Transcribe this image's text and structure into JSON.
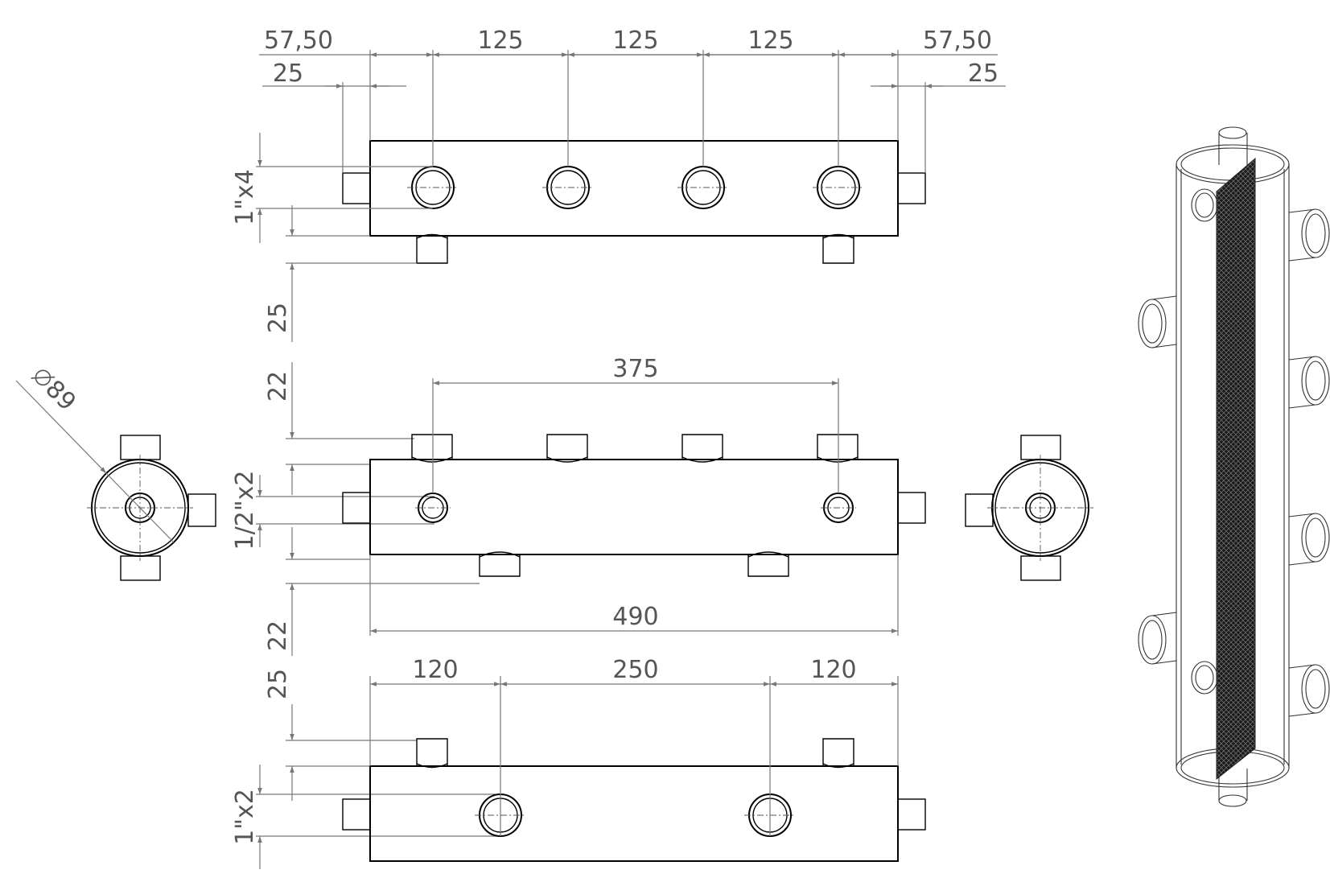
{
  "dimensions": {
    "top_overall": [
      "57,50",
      "125",
      "125",
      "125",
      "57,50"
    ],
    "top_left_offset": "25",
    "top_right_offset": "25",
    "top_view_thread": "1\"x4",
    "left_25_upper": "25",
    "left_22_upper": "22",
    "middle_span": "375",
    "middle_view_thread": "1/2\"x2",
    "overall_length": "490",
    "left_22_lower": "22",
    "left_25_lower": "25",
    "bottom_spans": [
      "120",
      "250",
      "120"
    ],
    "bottom_view_thread": "1\"x2",
    "diameter": "89"
  },
  "symbols": {
    "diameter_symbol": "diameter-icon"
  },
  "colors": {
    "line": "#000000",
    "dimension": "#777777",
    "text": "#555555",
    "filter": "#1a1a1a"
  }
}
